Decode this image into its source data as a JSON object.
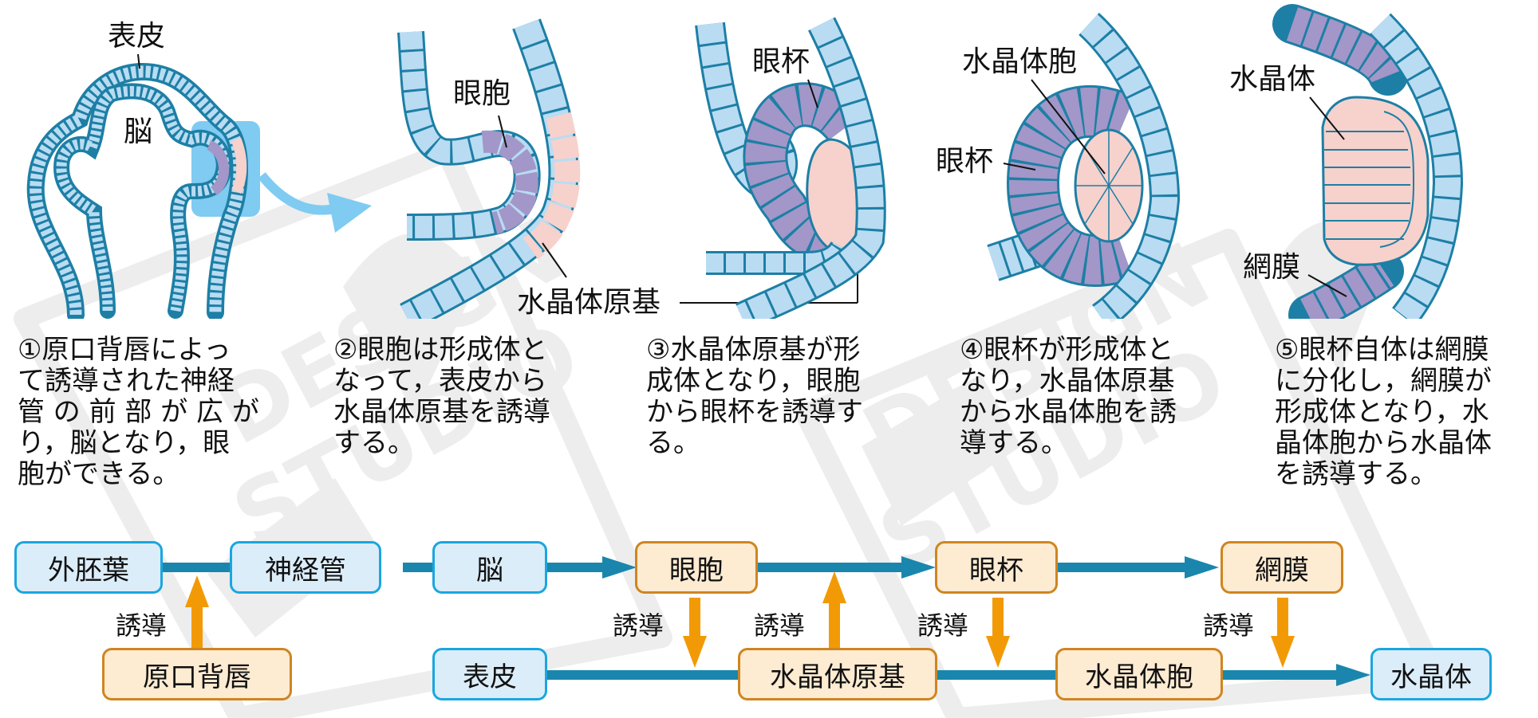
{
  "colors": {
    "cell_fill_ecto": "#b9dcf3",
    "cell_stroke": "#1d7fa5",
    "cell_fill_optic": "#a297c8",
    "cell_fill_lens": "#f7d1cc",
    "highlight_box": "#7fcbf2",
    "flow_line": "#1a86ad",
    "induction_arrow": "#f29a05",
    "ecto_box_fill": "#dcedfa",
    "ecto_box_border": "#1aa6e0",
    "former_box_fill": "#fdebd2",
    "former_box_border": "#cf8520",
    "watermark": "#eeeeee"
  },
  "watermark": {
    "text_line1": "DESIGN",
    "text_line2": "STUDIO"
  },
  "illustrations": {
    "stage1": {
      "label_epidermis": "表皮",
      "label_brain": "脳"
    },
    "stage2": {
      "label_optic_vesicle": "眼胞",
      "label_lens_placode": "水晶体原基"
    },
    "stage3": {
      "label_optic_cup": "眼杯"
    },
    "stage4": {
      "label_lens_vesicle": "水晶体胞",
      "label_optic_cup": "眼杯"
    },
    "stage5": {
      "label_lens": "水晶体",
      "label_retina": "網膜"
    }
  },
  "descriptions": [
    "①原口背唇によっ\nて誘導された神経\n管 の 前 部 が 広 が\nり，脳となり，眼\n胞ができる。",
    "②眼胞は形成体と\nなって，表皮から\n水晶体原基を誘導\nする。",
    "③水晶体原基が形\n成体となり，眼胞\nから眼杯を誘導す\nる。",
    "④眼杯が形成体と\nなり，水晶体原基\nから水晶体胞を誘\n導する。",
    "⑤眼杯自体は網膜\nに分化し，網膜が\n形成体となり，水\n晶体胞から水晶体\nを誘導する。"
  ],
  "flow": {
    "nodes": {
      "ectoderm": "外胚葉",
      "neural_tube": "神経管",
      "brain": "脳",
      "optic_vesicle": "眼胞",
      "optic_cup": "眼杯",
      "retina": "網膜",
      "dorsal_lip": "原口背唇",
      "epidermis": "表皮",
      "lens_placode": "水晶体原基",
      "lens_vesicle": "水晶体胞",
      "lens": "水晶体"
    },
    "induction_label": "誘導"
  }
}
